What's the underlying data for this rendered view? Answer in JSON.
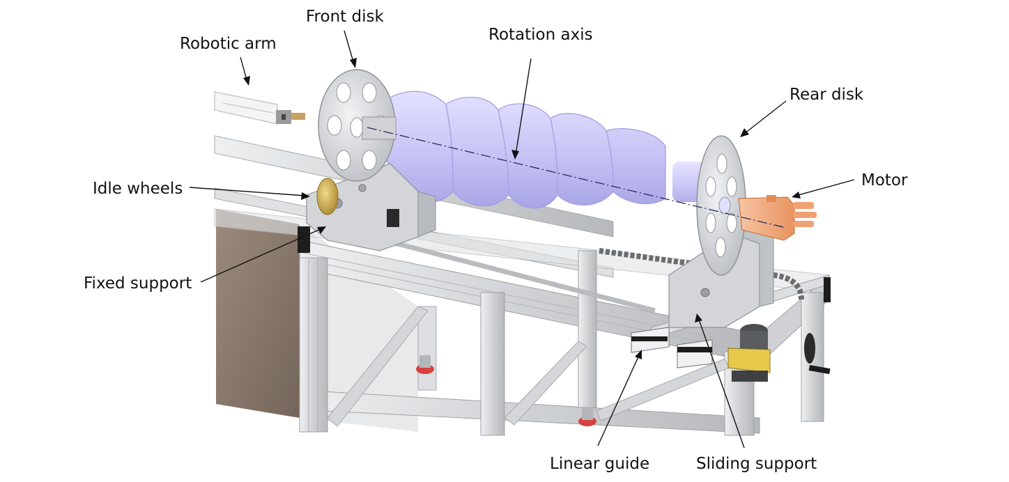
{
  "labels": {
    "robotic_arm": "Robotic arm",
    "front_disk": "Front disk",
    "rotation_axis": "Rotation axis",
    "rear_disk": "Rear disk",
    "idle_wheels": "Idle wheels",
    "motor": "Motor",
    "fixed_support": "Fixed support",
    "linear_guide": "Linear guide",
    "sliding_support": "Sliding support"
  },
  "colors": {
    "frame": "#d9dadc",
    "frame_dark": "#a7a9ad",
    "part": "#c7c4f2",
    "disk": "#d4d6db",
    "motor": "#f2a779",
    "wheel": "#c9a443",
    "panel": "#8a7869",
    "sensor": "#e8c84a",
    "foot": "#d6423e"
  }
}
